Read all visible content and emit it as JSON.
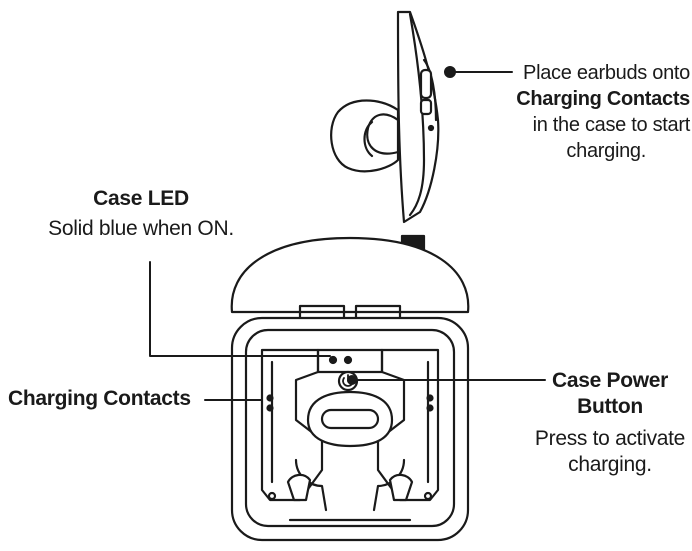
{
  "labels": {
    "place_earbuds": {
      "line1": "Place earbuds onto",
      "line2": "Charging Contacts",
      "line3": "in the case to start",
      "line4": "charging."
    },
    "case_led": {
      "title": "Case LED",
      "desc": "Solid blue when ON."
    },
    "charging_contacts": {
      "title": "Charging Contacts"
    },
    "case_power_button": {
      "title_line1": "Case Power",
      "title_line2": "Button",
      "desc_line1": "Press to activate",
      "desc_line2": "charging."
    }
  },
  "colors": {
    "ink": "#1a1a1a",
    "background": "#ffffff"
  }
}
